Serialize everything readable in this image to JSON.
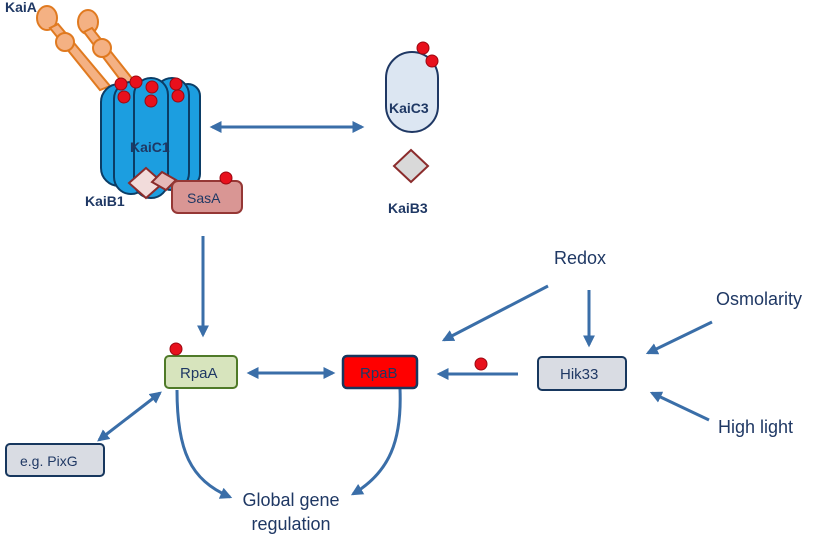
{
  "kai_system": {
    "kaia": "KaiA",
    "kaic1": "KaiC1",
    "kaib1": "KaiB1",
    "sasa": "SasA",
    "kaic3": "KaiC3",
    "kaib3": "KaiB3"
  },
  "regulators": {
    "rpaa": "RpaA",
    "rpab": "RpaB",
    "hik33": "Hik33",
    "pixg": "e.g. PixG"
  },
  "signals": {
    "redox": "Redox",
    "osmolarity": "Osmolarity",
    "high_light": "High light"
  },
  "output": {
    "line1": "Global gene",
    "line2": "regulation"
  },
  "colors": {
    "arrow": "#3a6ea8",
    "kaic1": "#1c9ee0",
    "kaia": "#f0a050",
    "kaic3": "#dce6f2",
    "sasa": "#d99694",
    "rpaa": "#d7e4bd",
    "rpab": "#ff0000",
    "hik33_pixg": "#d9dce3",
    "phospho_dot": "#e8101c"
  }
}
